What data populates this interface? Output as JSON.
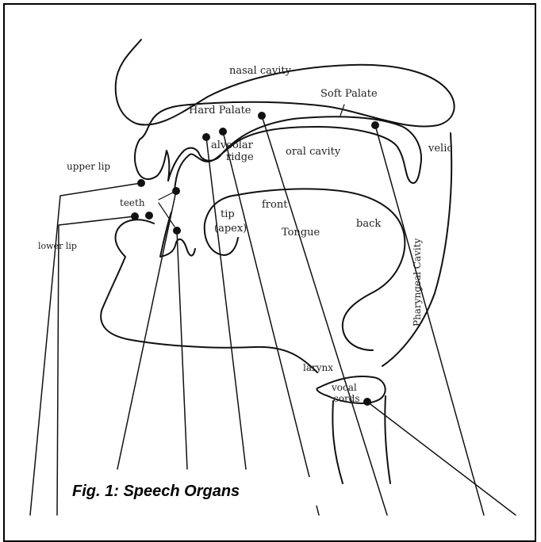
{
  "labels": {
    "nasal_cavity": "nasal cavity",
    "soft_palate": "Soft Palate",
    "hard_palate": "Hard Palate",
    "alveolar": "alveolar",
    "ridge": "ridge",
    "oral_cavity": "oral cavity",
    "velic": "velic",
    "upper_lip": "upper lip",
    "teeth": "teeth",
    "lower_lip": "lower lip",
    "tip": "tip",
    "apex": "(apex)",
    "front": "front",
    "tongue": "Tongue",
    "back": "back",
    "pharyngeal_cavity": "Pharyngeal Cavity",
    "larynx": "larynx",
    "vocal": "vocal",
    "cords": "cords"
  },
  "caption": "Fig. 1: Speech Organs"
}
